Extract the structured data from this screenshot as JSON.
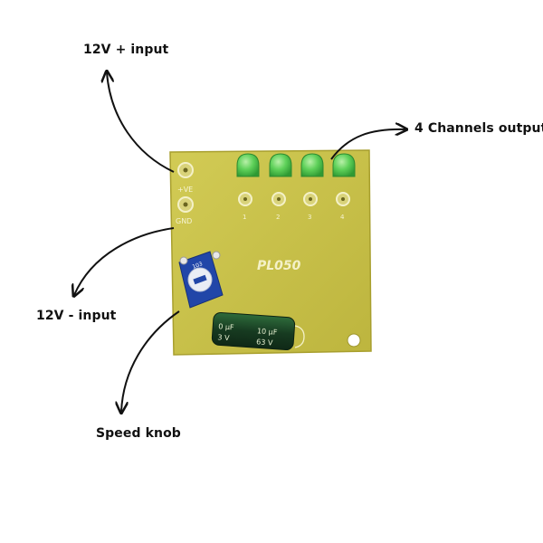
{
  "labels": {
    "positive_input": "12V + input",
    "outputs": "4 Channels output",
    "negative_input": "12V - input",
    "speed_knob": "Speed knob"
  },
  "board": {
    "silkscreen_title": "PL050",
    "pad_top": "+VE",
    "pad_bottom": "GND",
    "channels": [
      "1",
      "2",
      "3",
      "4"
    ],
    "capacitor_marking_left": "0 μF",
    "capacitor_marking_left_2": "3 V",
    "capacitor_marking_right": "10 μF",
    "capacitor_marking_right_2": "63 V",
    "pot_marking": "103"
  },
  "colors": {
    "pcb": "#c9c24a",
    "pcb_edge": "#aaa232",
    "led": "#56c455",
    "capacitor": "#1f4a2a",
    "pot": "#2146a8",
    "arrow": "#111111"
  }
}
